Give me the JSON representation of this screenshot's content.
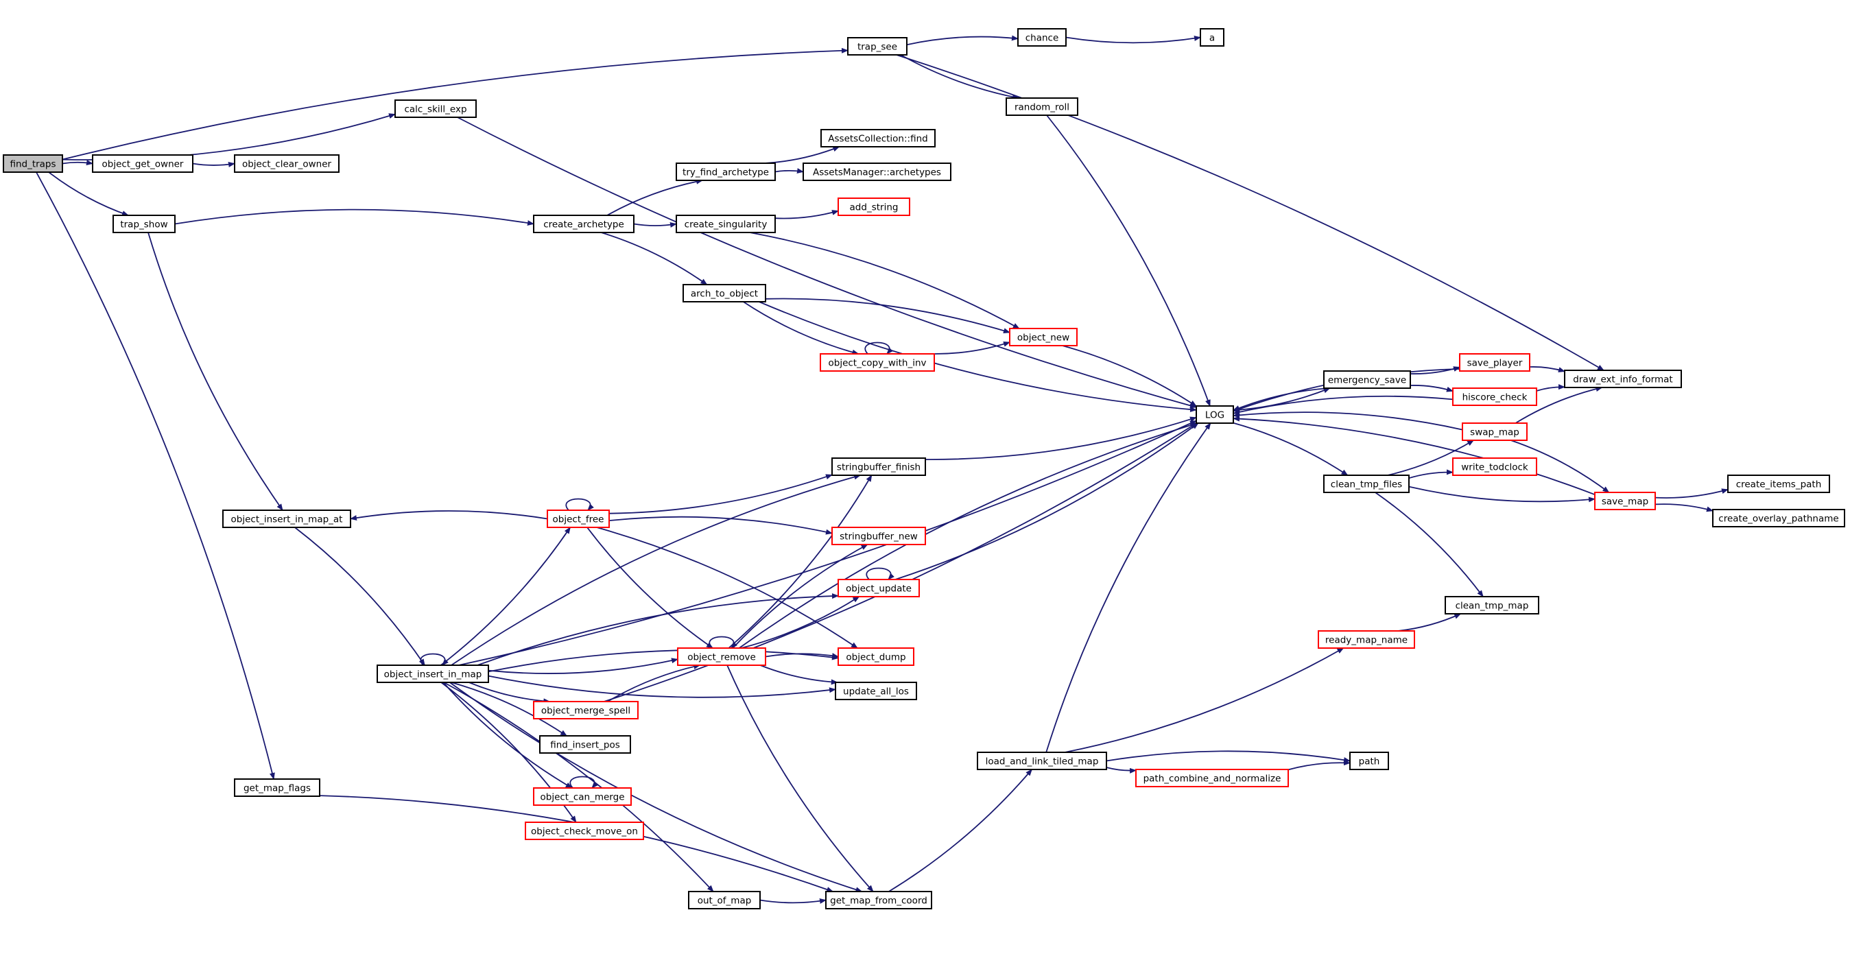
{
  "colors": {
    "edge": "#191970",
    "border_default": "#000000",
    "border_truncated": "#ff0000",
    "fill_default": "#ffffff",
    "fill_root": "#bfbfbf",
    "text": "#000000"
  },
  "nodes": [
    {
      "id": "find_traps",
      "label": "find_traps",
      "root": true
    },
    {
      "id": "object_get_owner",
      "label": "object_get_owner"
    },
    {
      "id": "object_clear_owner",
      "label": "object_clear_owner"
    },
    {
      "id": "trap_see",
      "label": "trap_see"
    },
    {
      "id": "chance",
      "label": "chance"
    },
    {
      "id": "a",
      "label": "a"
    },
    {
      "id": "random_roll",
      "label": "random_roll"
    },
    {
      "id": "calc_skill_exp",
      "label": "calc_skill_exp"
    },
    {
      "id": "AssetsCollection_find",
      "label": "AssetsCollection::find"
    },
    {
      "id": "try_find_archetype",
      "label": "try_find_archetype"
    },
    {
      "id": "AssetsManager_archetypes",
      "label": "AssetsManager::archetypes"
    },
    {
      "id": "trap_show",
      "label": "trap_show"
    },
    {
      "id": "create_archetype",
      "label": "create_archetype"
    },
    {
      "id": "create_singularity",
      "label": "create_singularity"
    },
    {
      "id": "add_string",
      "label": "add_string",
      "truncated": true
    },
    {
      "id": "arch_to_object",
      "label": "arch_to_object"
    },
    {
      "id": "object_new",
      "label": "object_new",
      "truncated": true
    },
    {
      "id": "object_copy_with_inv",
      "label": "object_copy_with_inv",
      "truncated": true
    },
    {
      "id": "save_player",
      "label": "save_player",
      "truncated": true
    },
    {
      "id": "draw_ext_info_format",
      "label": "draw_ext_info_format"
    },
    {
      "id": "emergency_save",
      "label": "emergency_save"
    },
    {
      "id": "hiscore_check",
      "label": "hiscore_check",
      "truncated": true
    },
    {
      "id": "LOG",
      "label": "LOG"
    },
    {
      "id": "swap_map",
      "label": "swap_map",
      "truncated": true
    },
    {
      "id": "clean_tmp_files",
      "label": "clean_tmp_files"
    },
    {
      "id": "write_todclock",
      "label": "write_todclock",
      "truncated": true
    },
    {
      "id": "save_map",
      "label": "save_map",
      "truncated": true
    },
    {
      "id": "create_items_path",
      "label": "create_items_path"
    },
    {
      "id": "create_overlay_pathname",
      "label": "create_overlay_pathname"
    },
    {
      "id": "stringbuffer_finish",
      "label": "stringbuffer_finish"
    },
    {
      "id": "object_insert_in_map_at",
      "label": "object_insert_in_map_at"
    },
    {
      "id": "object_free",
      "label": "object_free",
      "truncated": true
    },
    {
      "id": "stringbuffer_new",
      "label": "stringbuffer_new",
      "truncated": true
    },
    {
      "id": "object_update",
      "label": "object_update",
      "truncated": true
    },
    {
      "id": "clean_tmp_map",
      "label": "clean_tmp_map"
    },
    {
      "id": "ready_map_name",
      "label": "ready_map_name",
      "truncated": true
    },
    {
      "id": "object_insert_in_map",
      "label": "object_insert_in_map"
    },
    {
      "id": "object_remove",
      "label": "object_remove",
      "truncated": true
    },
    {
      "id": "object_dump",
      "label": "object_dump",
      "truncated": true
    },
    {
      "id": "update_all_los",
      "label": "update_all_los"
    },
    {
      "id": "object_merge_spell",
      "label": "object_merge_spell",
      "truncated": true
    },
    {
      "id": "find_insert_pos",
      "label": "find_insert_pos"
    },
    {
      "id": "load_and_link_tiled_map",
      "label": "load_and_link_tiled_map"
    },
    {
      "id": "path",
      "label": "path"
    },
    {
      "id": "path_combine_and_normalize",
      "label": "path_combine_and_normalize",
      "truncated": true
    },
    {
      "id": "get_map_flags",
      "label": "get_map_flags"
    },
    {
      "id": "object_can_merge",
      "label": "object_can_merge",
      "truncated": true
    },
    {
      "id": "object_check_move_on",
      "label": "object_check_move_on",
      "truncated": true
    },
    {
      "id": "out_of_map",
      "label": "out_of_map"
    },
    {
      "id": "get_map_from_coord",
      "label": "get_map_from_coord"
    }
  ],
  "edges": [
    [
      "find_traps",
      "trap_see"
    ],
    [
      "find_traps",
      "calc_skill_exp"
    ],
    [
      "find_traps",
      "object_get_owner"
    ],
    [
      "find_traps",
      "trap_show"
    ],
    [
      "find_traps",
      "get_map_flags"
    ],
    [
      "object_get_owner",
      "object_clear_owner"
    ],
    [
      "trap_see",
      "chance"
    ],
    [
      "trap_see",
      "random_roll"
    ],
    [
      "trap_see",
      "draw_ext_info_format"
    ],
    [
      "chance",
      "a"
    ],
    [
      "random_roll",
      "LOG"
    ],
    [
      "calc_skill_exp",
      "LOG"
    ],
    [
      "trap_show",
      "create_archetype"
    ],
    [
      "trap_show",
      "object_insert_in_map_at"
    ],
    [
      "create_archetype",
      "try_find_archetype"
    ],
    [
      "create_archetype",
      "create_singularity"
    ],
    [
      "create_archetype",
      "arch_to_object"
    ],
    [
      "try_find_archetype",
      "AssetsCollection_find"
    ],
    [
      "try_find_archetype",
      "AssetsManager_archetypes"
    ],
    [
      "create_singularity",
      "add_string"
    ],
    [
      "create_singularity",
      "object_new"
    ],
    [
      "arch_to_object",
      "LOG"
    ],
    [
      "arch_to_object",
      "object_new"
    ],
    [
      "arch_to_object",
      "object_copy_with_inv"
    ],
    [
      "object_copy_with_inv",
      "object_copy_with_inv"
    ],
    [
      "object_copy_with_inv",
      "object_new"
    ],
    [
      "object_new",
      "LOG"
    ],
    [
      "LOG",
      "emergency_save"
    ],
    [
      "LOG",
      "clean_tmp_files"
    ],
    [
      "emergency_save",
      "save_player"
    ],
    [
      "emergency_save",
      "hiscore_check"
    ],
    [
      "emergency_save",
      "LOG"
    ],
    [
      "save_player",
      "draw_ext_info_format"
    ],
    [
      "save_player",
      "LOG"
    ],
    [
      "hiscore_check",
      "draw_ext_info_format"
    ],
    [
      "hiscore_check",
      "LOG"
    ],
    [
      "swap_map",
      "draw_ext_info_format"
    ],
    [
      "swap_map",
      "LOG"
    ],
    [
      "swap_map",
      "save_map"
    ],
    [
      "clean_tmp_files",
      "swap_map"
    ],
    [
      "clean_tmp_files",
      "write_todclock"
    ],
    [
      "clean_tmp_files",
      "save_map"
    ],
    [
      "clean_tmp_files",
      "clean_tmp_map"
    ],
    [
      "save_map",
      "create_items_path"
    ],
    [
      "save_map",
      "create_overlay_pathname"
    ],
    [
      "save_map",
      "LOG"
    ],
    [
      "object_insert_in_map_at",
      "object_insert_in_map"
    ],
    [
      "object_free",
      "object_insert_in_map_at"
    ],
    [
      "object_free",
      "object_free"
    ],
    [
      "object_free",
      "stringbuffer_finish"
    ],
    [
      "object_free",
      "stringbuffer_new"
    ],
    [
      "object_free",
      "object_remove"
    ],
    [
      "object_free",
      "object_dump"
    ],
    [
      "stringbuffer_finish",
      "LOG"
    ],
    [
      "object_insert_in_map",
      "object_insert_in_map"
    ],
    [
      "object_insert_in_map",
      "LOG"
    ],
    [
      "object_insert_in_map",
      "stringbuffer_finish"
    ],
    [
      "object_insert_in_map",
      "object_free"
    ],
    [
      "object_insert_in_map",
      "object_update"
    ],
    [
      "object_insert_in_map",
      "object_remove"
    ],
    [
      "object_insert_in_map",
      "object_dump"
    ],
    [
      "object_insert_in_map",
      "object_merge_spell"
    ],
    [
      "object_insert_in_map",
      "find_insert_pos"
    ],
    [
      "object_insert_in_map",
      "object_can_merge"
    ],
    [
      "object_insert_in_map",
      "object_check_move_on"
    ],
    [
      "object_insert_in_map",
      "update_all_los"
    ],
    [
      "object_insert_in_map",
      "out_of_map"
    ],
    [
      "object_insert_in_map",
      "get_map_from_coord"
    ],
    [
      "object_remove",
      "object_remove"
    ],
    [
      "object_remove",
      "stringbuffer_finish"
    ],
    [
      "object_remove",
      "stringbuffer_new"
    ],
    [
      "object_remove",
      "object_update"
    ],
    [
      "object_remove",
      "object_dump"
    ],
    [
      "object_remove",
      "update_all_los"
    ],
    [
      "object_remove",
      "LOG"
    ],
    [
      "object_remove",
      "get_map_from_coord"
    ],
    [
      "object_update",
      "object_update"
    ],
    [
      "object_update",
      "LOG"
    ],
    [
      "object_merge_spell",
      "object_remove"
    ],
    [
      "object_merge_spell",
      "LOG"
    ],
    [
      "object_can_merge",
      "object_can_merge"
    ],
    [
      "out_of_map",
      "get_map_from_coord"
    ],
    [
      "get_map_flags",
      "get_map_from_coord"
    ],
    [
      "get_map_from_coord",
      "load_and_link_tiled_map"
    ],
    [
      "load_and_link_tiled_map",
      "LOG"
    ],
    [
      "load_and_link_tiled_map",
      "ready_map_name"
    ],
    [
      "load_and_link_tiled_map",
      "path"
    ],
    [
      "load_and_link_tiled_map",
      "path_combine_and_normalize"
    ],
    [
      "path_combine_and_normalize",
      "path"
    ],
    [
      "ready_map_name",
      "clean_tmp_map"
    ]
  ]
}
